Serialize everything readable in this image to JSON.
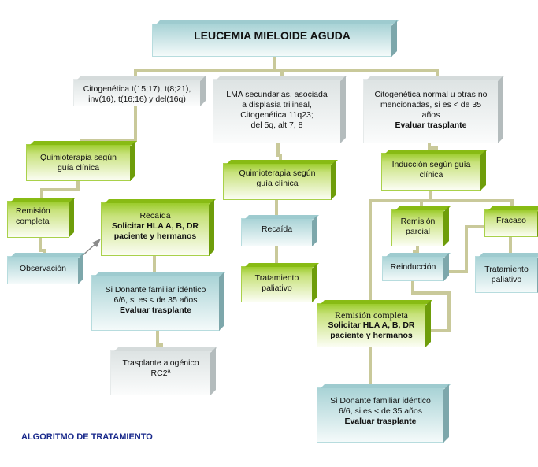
{
  "title": "LEUCEMIA MIELOIDE AGUDA",
  "branch1": {
    "line1": "Citogenética  t(15;17), t(8;21),",
    "line2": "inv(16), t(16;16) y del(16q)"
  },
  "branch2": {
    "line1": "LMA secundarias, asociada",
    "line2": "a displasia trilineal,",
    "line3": "Citogenética 11q23;",
    "line4": "del 5q,  alt 7, 8"
  },
  "branch3": {
    "line1": "Citogenética normal u otras no",
    "line2": "mencionadas, si es < de 35",
    "line3": "años",
    "line4": "Evaluar trasplante"
  },
  "quimio1": {
    "line1": "Quimioterapia según",
    "line2": "guía clínica"
  },
  "remision1": {
    "line1": "Remisión",
    "line2": "completa"
  },
  "observacion": "Observación",
  "recaida1": {
    "line1": "Recaída",
    "line2": "Solicitar HLA A, B, DR",
    "line3": "paciente y hermanos"
  },
  "donante1": {
    "line1": "Si Donante familiar idéntico",
    "line2": "6/6,  si es < de 35 años",
    "line3": "Evaluar trasplante"
  },
  "trasplante": {
    "line1": "Trasplante alogénico",
    "line2": "RC2ª"
  },
  "quimio2": {
    "line1": "Quimioterapia según",
    "line2": "guía clínica"
  },
  "recaida2": "Recaída",
  "paliativo1": {
    "line1": "Tratamiento",
    "line2": "paliativo"
  },
  "induccion": {
    "line1": "Inducción según guía",
    "line2": "clínica"
  },
  "remparcial": {
    "line1": "Remisión",
    "line2": "parcial"
  },
  "fracaso": "Fracaso",
  "reinduccion": "Reinducción",
  "paliativo2": {
    "line1": "Tratamiento",
    "line2": "paliativo"
  },
  "remcompleta2": {
    "line1": "Remisión completa",
    "line2": "Solicitar HLA A, B, DR",
    "line3": "paciente y hermanos"
  },
  "donante2": {
    "line1": "Si Donante familiar idéntico",
    "line2": "6/6,  si es < de 35 años",
    "line3": "Evaluar trasplante"
  },
  "footer": "ALGORITMO DE TRATAMIENTO"
}
